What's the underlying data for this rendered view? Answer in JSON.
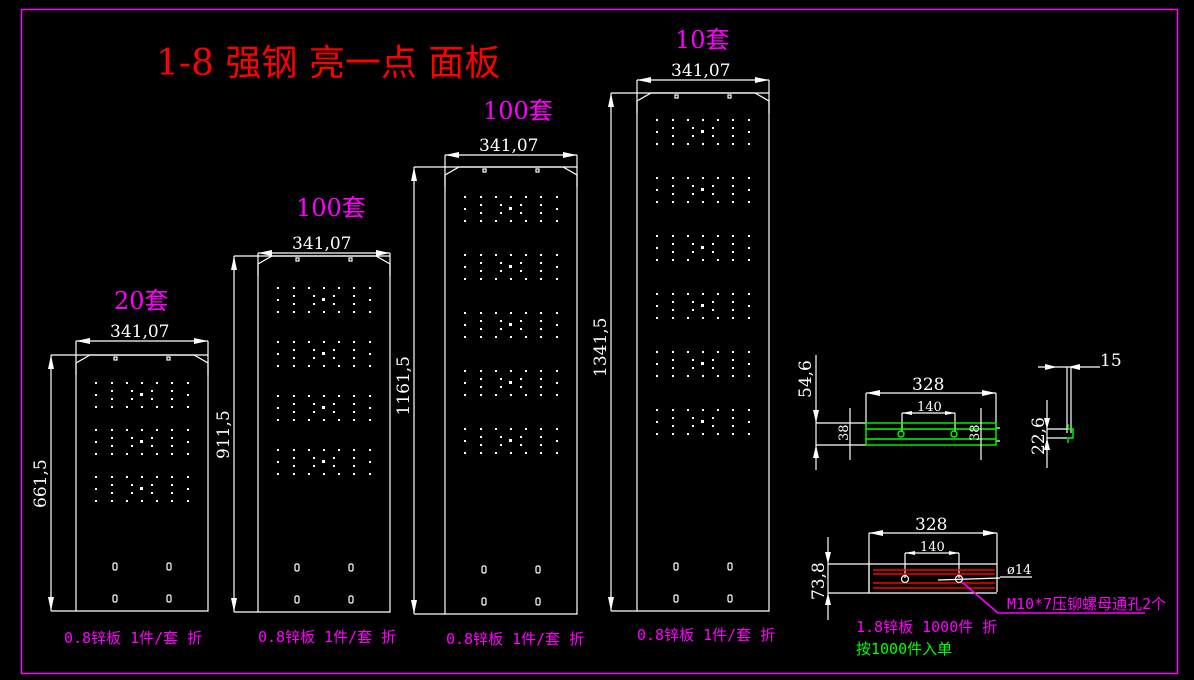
{
  "title": "1-8 强钢 亮一点 面板",
  "colors": {
    "frame": "#ff00ff",
    "title": "#ff0000",
    "qty": "#ff00ff",
    "dim": "#ffffff",
    "note": "#ff00ff",
    "note_green": "#00ff00",
    "flange": "#00ff00",
    "bend": "#ff0000"
  },
  "panels": [
    {
      "qty": "20套",
      "width_dim": "341,07",
      "height_dim": "661,5",
      "note": "0.8锌板 1件/套 折",
      "hole_groups": 3
    },
    {
      "qty": "100套",
      "width_dim": "341,07",
      "height_dim": "911,5",
      "note": "0.8锌板 1件/套 折",
      "hole_groups": 4
    },
    {
      "qty": "100套",
      "width_dim": "341,07",
      "height_dim": "1161,5",
      "note": "0.8锌板 1件/套 折",
      "hole_groups": 5
    },
    {
      "qty": "10套",
      "width_dim": "341,07",
      "height_dim": "1341,5",
      "note": "0.8锌板 1件/套 折",
      "hole_groups": 6
    }
  ],
  "bracket_view": {
    "width_dim": "328",
    "hole_spacing": "140",
    "height_dim": "54,6",
    "side_dim_left": "38",
    "side_dim_right": "38"
  },
  "section_view": {
    "top_dim": "15",
    "height_dim": "22,6"
  },
  "flat_view": {
    "width_dim": "328",
    "hole_spacing": "140",
    "height_dim": "73,8",
    "hole_dia": "ø14",
    "callout": "M10*7压铆螺母通孔2个",
    "note": "1.8锌板 1000件 折",
    "note2": "按1000件入单"
  }
}
